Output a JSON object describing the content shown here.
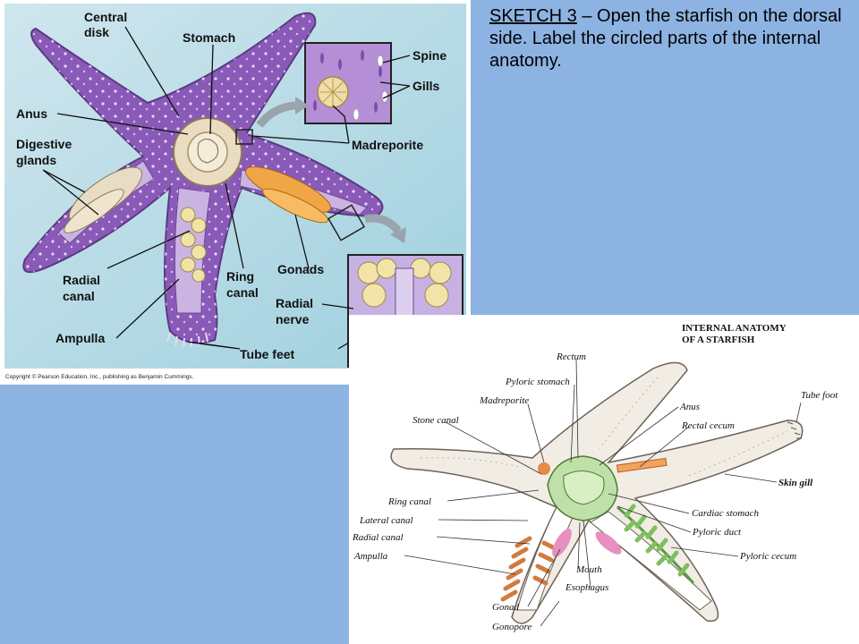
{
  "instructions": {
    "sketch": "SKETCH 3",
    "text": " – Open the starfish on the dorsal side. Label the circled parts of the internal anatomy."
  },
  "figure_left": {
    "labels": {
      "central_disk_1": "Central",
      "central_disk_2": "disk",
      "stomach": "Stomach",
      "spine": "Spine",
      "gills": "Gills",
      "anus": "Anus",
      "madreporite": "Madreporite",
      "digestive_glands_1": "Digestive",
      "digestive_glands_2": "glands",
      "gonads": "Gonads",
      "radial_canal_1": "Radial",
      "radial_canal_2": "canal",
      "ring_canal_1": "Ring",
      "ring_canal_2": "canal",
      "radial_nerve_1": "Radial",
      "radial_nerve_2": "nerve",
      "ampulla": "Ampulla",
      "tube_feet": "Tube feet"
    },
    "copyright": "Copyright © Pearson Education, Inc., publishing as Benjamin Cummings."
  },
  "figure_right": {
    "title_1": "INTERNAL ANATOMY",
    "title_2": "OF A STARFISH",
    "labels": {
      "rectum": "Rectum",
      "pyloric_stomach": "Pyloric stomach",
      "madreporite": "Madreporite",
      "anus": "Anus",
      "stone_canal": "Stone canal",
      "rectal_cecum": "Rectal cecum",
      "tube_foot": "Tube foot",
      "skin_gill": "Skin gill",
      "ring_canal": "Ring canal",
      "cardiac_stomach": "Cardiac stomach",
      "lateral_canal": "Lateral canal",
      "pyloric_duct": "Pyloric duct",
      "radial_canal": "Radial canal",
      "pyloric_cecum": "Pyloric cecum",
      "ampulla": "Ampulla",
      "mouth": "Mouth",
      "esophagus": "Esophagus",
      "gonad": "Gonad",
      "gonopore": "Gonopore"
    }
  }
}
